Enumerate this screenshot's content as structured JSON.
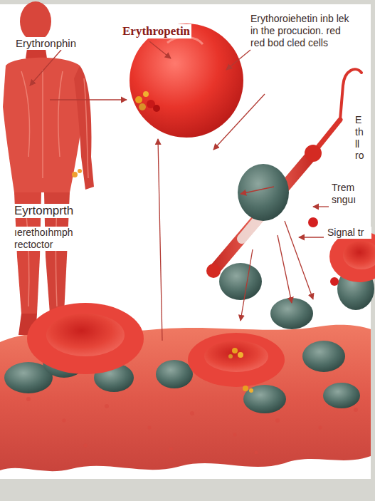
{
  "diagram": {
    "labels": [
      "Erythronphin",
      "Erythropetin",
      "Erythoroiehetin inb lek in the procucion. red red bod cled cells",
      "E th ll ro",
      "Trem snguı",
      "Signal tr",
      "Eyrtomprth",
      "ıerethoıhmph rectoctor"
    ]
  }
}
